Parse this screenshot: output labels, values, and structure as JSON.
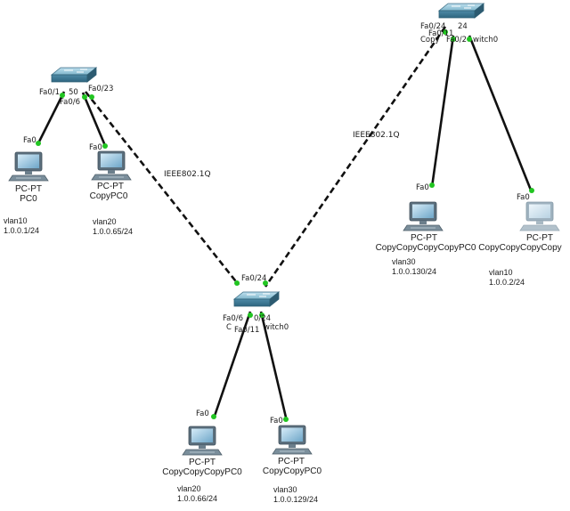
{
  "links": {
    "trunk_left": "IEEE802.1Q",
    "trunk_right": "IEEE802.1Q"
  },
  "switch_left": {
    "port_trunk": "Fa0/23",
    "port_a": "Fa0/1",
    "port_b": "Fa0/6",
    "name_fragment": "50"
  },
  "switch_right": {
    "port_top": "Fa0/24",
    "port_a": "Fa0/11",
    "port_b": "Fa0/2",
    "name_fragment": "Copy",
    "name_end": "witch0",
    "port_extra": "24"
  },
  "switch_center": {
    "port_trunk": "Fa0/24",
    "port_a": "Fa0/6",
    "port_b": "Fa0/11",
    "port_extra": "0/24",
    "name_fragment": "C",
    "name_end": "witch0"
  },
  "pcs": [
    {
      "port": "Fa0",
      "type": "PC-PT",
      "name": "PC0",
      "vlan": "vlan10",
      "ip": "1.0.0.1/24"
    },
    {
      "port": "Fa0",
      "type": "PC-PT",
      "name": "CopyPC0",
      "vlan": "vlan20",
      "ip": "1.0.0.65/24"
    },
    {
      "port": "Fa0",
      "type": "PC-PT",
      "name": "CopyCopyCopyPC0",
      "vlan": "vlan20",
      "ip": "1.0.0.66/24"
    },
    {
      "port": "Fa0",
      "type": "PC-PT",
      "name": "CopyCopyPC0",
      "vlan": "vlan30",
      "ip": "1.0.0.129/24"
    },
    {
      "port": "Fa0",
      "type": "PC-PT",
      "name": "CopyCopyCopyCopyPC0",
      "vlan": "vlan30",
      "ip": "1.0.0.130/24"
    },
    {
      "port": "Fa0",
      "type": "PC-PT",
      "name": "CopyCopyCopyCopy",
      "vlan": "vlan10",
      "ip": "1.0.0.2/24"
    }
  ]
}
